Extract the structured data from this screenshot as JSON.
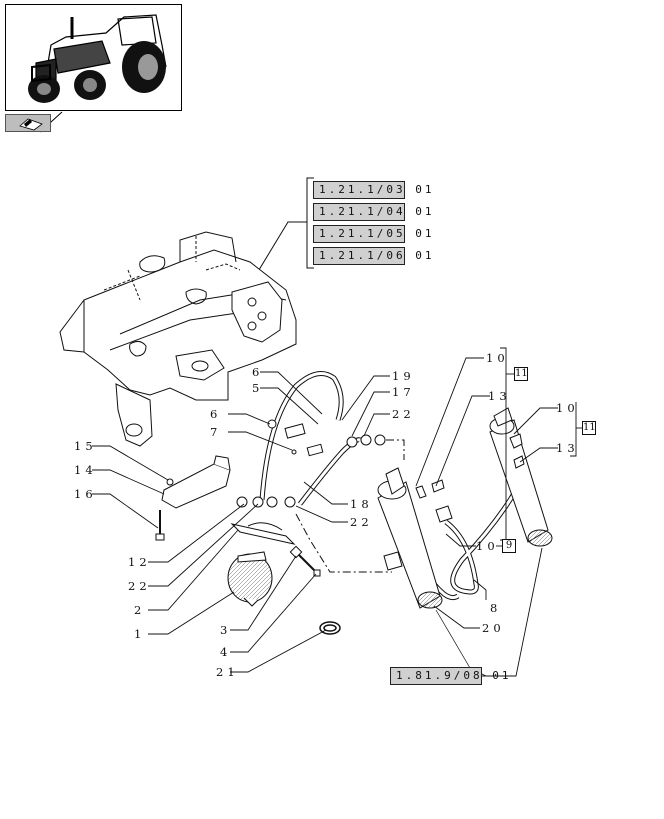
{
  "refs": [
    "1.21.1/03 01",
    "1.21.1/04 01",
    "1.21.1/05 01",
    "1.21.1/06 01",
    "1.81.9/08 01"
  ],
  "labels": {
    "l1": "1",
    "l2": "2",
    "l3": "3",
    "l4": "4",
    "l5": "5",
    "l6a": "6",
    "l6b": "6",
    "l7": "7",
    "l8": "8",
    "l9": "9",
    "l10a": "10",
    "l10b": "10",
    "l10c": "10",
    "l11a": "11",
    "l11b": "11",
    "l12": "12",
    "l13a": "13",
    "l13b": "13",
    "l14": "14",
    "l15": "15",
    "l16": "16",
    "l17": "17",
    "l18": "18",
    "l19": "19",
    "l20": "20",
    "l21": "21",
    "l22a": "22",
    "l22b": "22",
    "l22c": "22"
  }
}
